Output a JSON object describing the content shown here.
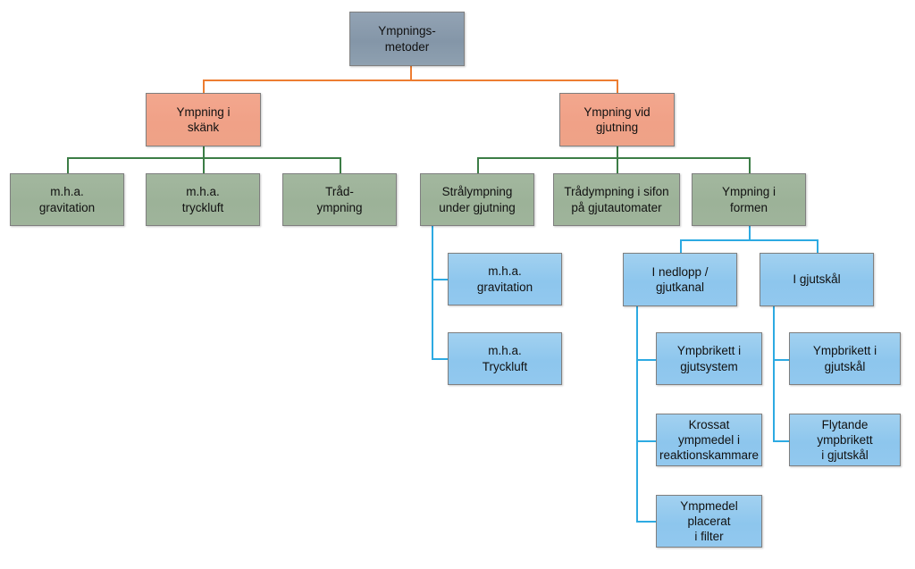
{
  "diagram": {
    "title": "Ympningsmetoder",
    "type": "tree-flowchart",
    "palette": {
      "root": "#8a9bab",
      "level2": "#f0a187",
      "level3": "#9cb298",
      "level4": "#8dc6ed",
      "connector_orange": "#ed7d31",
      "connector_green": "#3c7d46",
      "connector_blue": "#2daae2",
      "border": "#7f7f7f",
      "background": "#ffffff"
    },
    "nodes": [
      {
        "id": "root",
        "label": "Ympnings-\nmetoder",
        "level": 1,
        "color": "root"
      },
      {
        "id": "skank",
        "label": "Ympning i\nskänk",
        "level": 2,
        "color": "level2"
      },
      {
        "id": "gjutning",
        "label": "Ympning vid\ngjutning",
        "level": 2,
        "color": "level2"
      },
      {
        "id": "grav",
        "label": "m.h.a.\ngravitation",
        "level": 3,
        "color": "level3"
      },
      {
        "id": "tryckluft",
        "label": "m.h.a.\ntryckluft",
        "level": 3,
        "color": "level3"
      },
      {
        "id": "tradympning",
        "label": "Tråd-\nympning",
        "level": 3,
        "color": "level3"
      },
      {
        "id": "stral",
        "label": "Strålympning\nunder gjutning",
        "level": 3,
        "color": "level3"
      },
      {
        "id": "sifon",
        "label": "Trådympning i sifon\npå gjutautomater",
        "level": 3,
        "color": "level3"
      },
      {
        "id": "formen",
        "label": "Ympning i\nformen",
        "level": 3,
        "color": "level3"
      },
      {
        "id": "grav2",
        "label": "m.h.a.\ngravitation",
        "level": 4,
        "color": "level4"
      },
      {
        "id": "tryckluft2",
        "label": "m.h.a.\nTryckluft",
        "level": 4,
        "color": "level4"
      },
      {
        "id": "nedlopp",
        "label": "I nedlopp /\ngjutkanal",
        "level": 4,
        "color": "level4"
      },
      {
        "id": "gjutskal",
        "label": "I gjutskål",
        "level": 4,
        "color": "level4"
      },
      {
        "id": "brikettsystem",
        "label": "Ympbrikett i\ngjutsystem",
        "level": 5,
        "color": "level4"
      },
      {
        "id": "krossat",
        "label": "Krossat ympmedel i\nreaktionskammare",
        "level": 5,
        "color": "level4"
      },
      {
        "id": "filter",
        "label": "Ympmedel placerat\ni filter",
        "level": 5,
        "color": "level4"
      },
      {
        "id": "brikettskal",
        "label": "Ympbrikett i\ngjutskål",
        "level": 5,
        "color": "level4"
      },
      {
        "id": "flytande",
        "label": "Flytande ympbrikett\ni gjutskål",
        "level": 5,
        "color": "level4"
      }
    ]
  }
}
